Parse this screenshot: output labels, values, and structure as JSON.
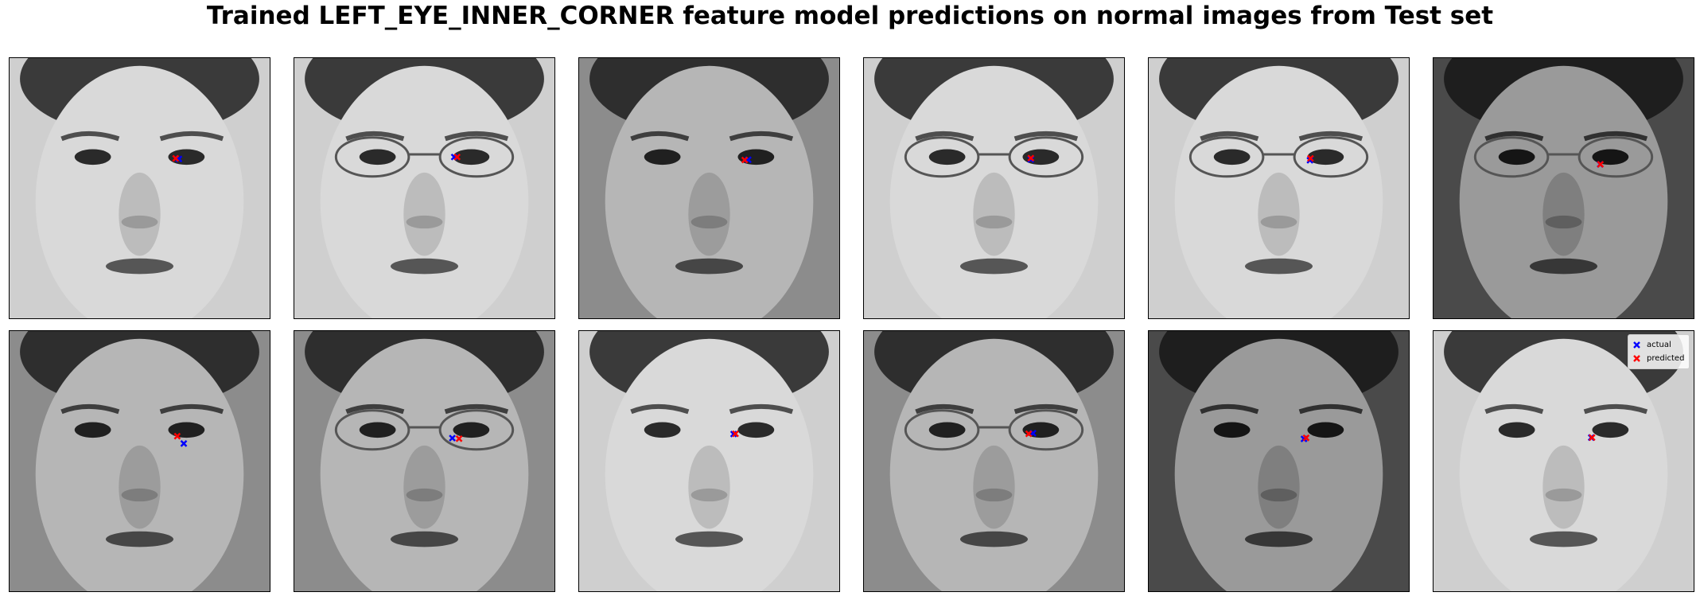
{
  "chart_data": {
    "type": "scatter",
    "title": "Trained LEFT_EYE_INNER_CORNER feature model predictions on normal images from Test set",
    "xlabel": "",
    "ylabel": "",
    "grid": false,
    "legend_placement": "top-right of last panel",
    "image_size": [
      96,
      96
    ],
    "series_styles": [
      {
        "name": "actual",
        "color": "#0000ff",
        "marker": "x"
      },
      {
        "name": "predicted",
        "color": "#ff0000",
        "marker": "x"
      }
    ],
    "panels": [
      {
        "image": "face-01",
        "tone": "light",
        "glasses": false,
        "actual": [
          62.5,
          37.2
        ],
        "predicted": [
          61.3,
          37.0
        ]
      },
      {
        "image": "face-02",
        "tone": "light",
        "glasses": true,
        "actual": [
          59.0,
          36.5
        ],
        "predicted": [
          60.1,
          36.5
        ]
      },
      {
        "image": "face-03",
        "tone": "mid",
        "glasses": false,
        "actual": [
          62.4,
          37.5
        ],
        "predicted": [
          61.1,
          37.6
        ]
      },
      {
        "image": "face-04",
        "tone": "light",
        "glasses": true,
        "actual": [
          61.6,
          37.4
        ],
        "predicted": [
          61.6,
          36.9
        ]
      },
      {
        "image": "face-05",
        "tone": "light",
        "glasses": true,
        "actual": [
          59.5,
          37.7
        ],
        "predicted": [
          59.7,
          37.0
        ]
      },
      {
        "image": "face-06",
        "tone": "dark",
        "glasses": true,
        "actual": [
          61.5,
          39.2
        ],
        "predicted": [
          61.6,
          39.2
        ]
      },
      {
        "image": "face-07",
        "tone": "mid",
        "glasses": false,
        "actual": [
          64.3,
          41.5
        ],
        "predicted": [
          61.9,
          38.8
        ]
      },
      {
        "image": "face-08",
        "tone": "mid",
        "glasses": true,
        "actual": [
          58.3,
          39.5
        ],
        "predicted": [
          60.8,
          39.7
        ]
      },
      {
        "image": "face-09",
        "tone": "light",
        "glasses": false,
        "actual": [
          57.0,
          38.0
        ],
        "predicted": [
          57.7,
          37.9
        ]
      },
      {
        "image": "face-10",
        "tone": "mid",
        "glasses": true,
        "actual": [
          62.4,
          37.7
        ],
        "predicted": [
          60.8,
          37.9
        ]
      },
      {
        "image": "face-11",
        "tone": "dark",
        "glasses": false,
        "actual": [
          57.3,
          39.8
        ],
        "predicted": [
          58.1,
          39.4
        ]
      },
      {
        "image": "face-12",
        "tone": "light",
        "glasses": false,
        "actual": [
          58.2,
          39.3
        ],
        "predicted": [
          58.5,
          39.3
        ]
      }
    ]
  },
  "legend": {
    "actual_label": "actual",
    "predicted_label": "predicted"
  }
}
